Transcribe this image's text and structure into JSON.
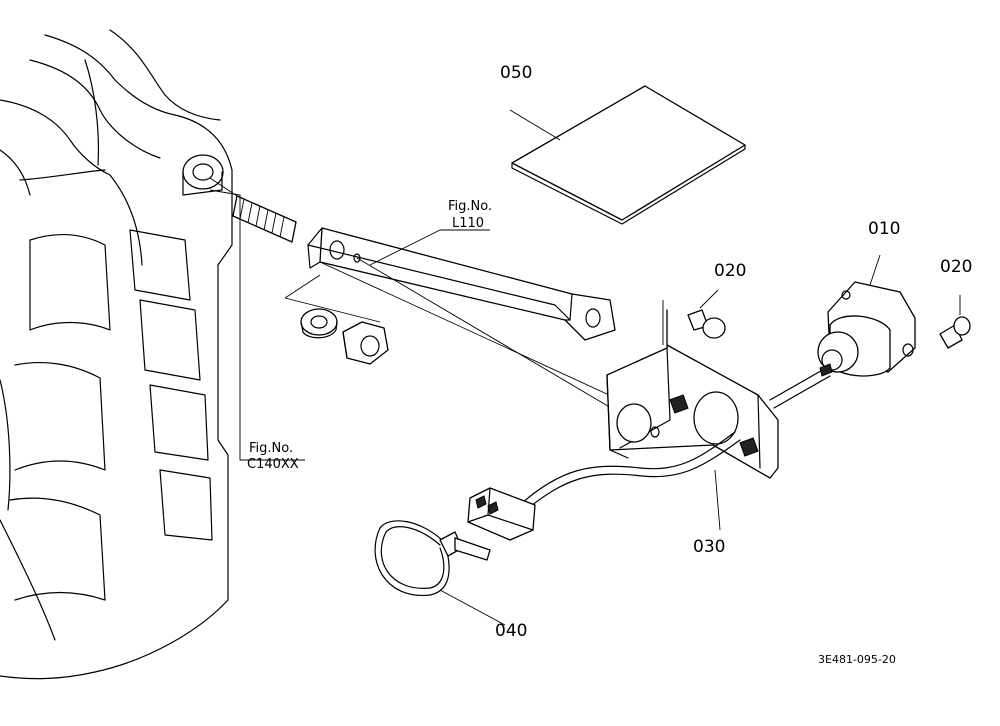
{
  "callouts": {
    "p010": "010",
    "p020a": "020",
    "p020b": "020",
    "p030": "030",
    "p040": "040",
    "p050": "050"
  },
  "references": {
    "ref_l110_prefix": "Fig.No.",
    "ref_l110_code": "L110",
    "ref_c140_prefix": "Fig.No.",
    "ref_c140_code": "C140XX"
  },
  "drawing_code": "3E481-095-20"
}
